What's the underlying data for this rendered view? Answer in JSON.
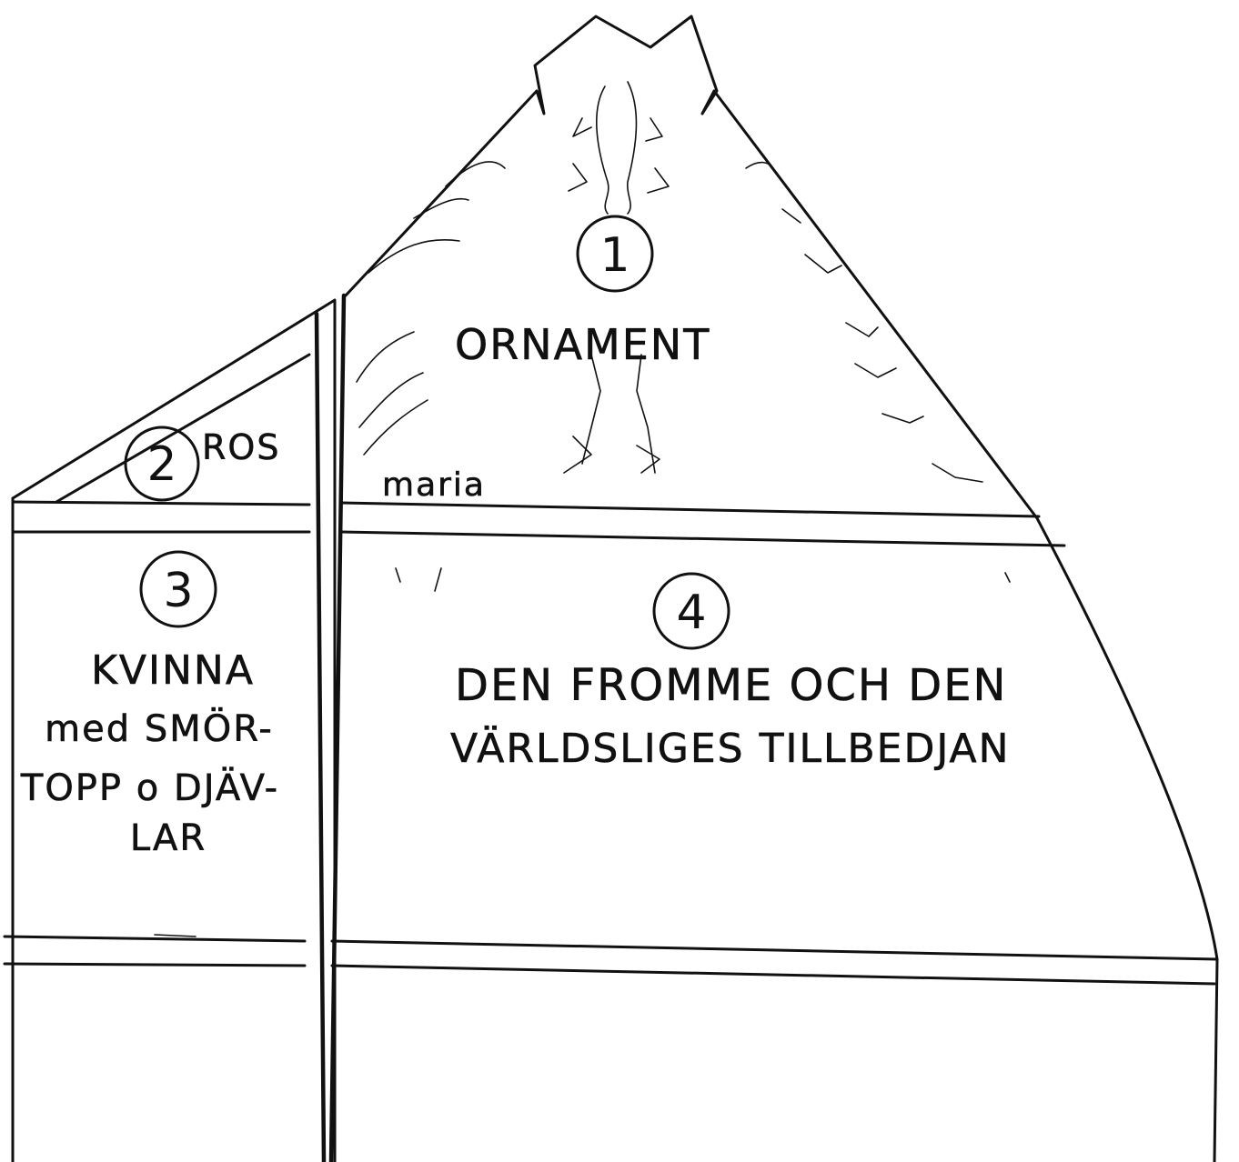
{
  "panels": [
    {
      "number": "1",
      "lines": [
        "ORNAMENT"
      ]
    },
    {
      "number": "2",
      "lines": [
        "ROS"
      ]
    },
    {
      "number": "3",
      "lines": [
        "KVINNA",
        "med SMÖR-",
        "TOPP o DJÄV-",
        "LAR"
      ]
    },
    {
      "number": "4",
      "lines": [
        "DEN FROMME OCH DEN",
        "VÄRLDSLIGES TILLBEDJAN"
      ]
    }
  ],
  "annotations": {
    "maria": "maria"
  },
  "colors": {
    "ink": "#111111",
    "paper": "#ffffff"
  }
}
